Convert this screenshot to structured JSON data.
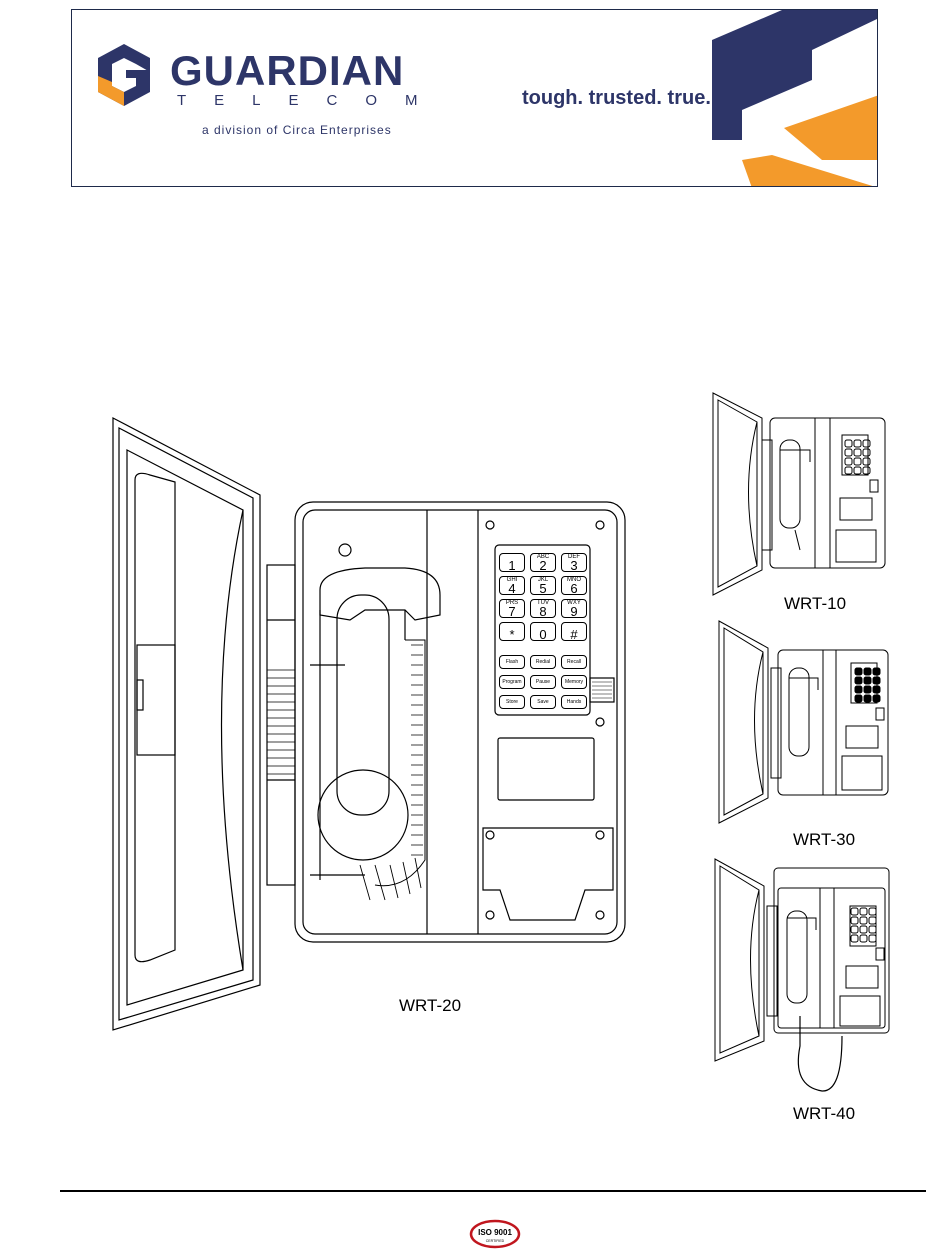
{
  "header": {
    "brand": "GUARDIAN",
    "brand_sub": "TELECOM",
    "division": "a division of Circa Enterprises",
    "tagline": "tough. trusted. true.",
    "colors": {
      "navy": "#2d3568",
      "orange": "#f39a2b"
    }
  },
  "figures": [
    {
      "label": "WRT-20"
    },
    {
      "label": "WRT-10"
    },
    {
      "label": "WRT-30"
    },
    {
      "label": "WRT-40"
    }
  ],
  "keypad": {
    "keys": [
      {
        "top": "",
        "num": "1"
      },
      {
        "top": "ABC",
        "num": "2"
      },
      {
        "top": "DEF",
        "num": "3"
      },
      {
        "top": "GHI",
        "num": "4"
      },
      {
        "top": "JKL",
        "num": "5"
      },
      {
        "top": "MNO",
        "num": "6"
      },
      {
        "top": "PRS",
        "num": "7"
      },
      {
        "top": "TUV",
        "num": "8"
      },
      {
        "top": "WXY",
        "num": "9"
      },
      {
        "top": "",
        "num": "*"
      },
      {
        "top": "",
        "num": "0"
      },
      {
        "top": "",
        "num": "#"
      }
    ],
    "function_keys": [
      "Flash",
      "Redial",
      "Recall",
      "Program",
      "Pause",
      "Memory",
      "Store",
      "Save",
      "Hands"
    ]
  },
  "footer": {
    "iso_text": "ISO 9001",
    "iso_sub": "CERTIFIED"
  }
}
